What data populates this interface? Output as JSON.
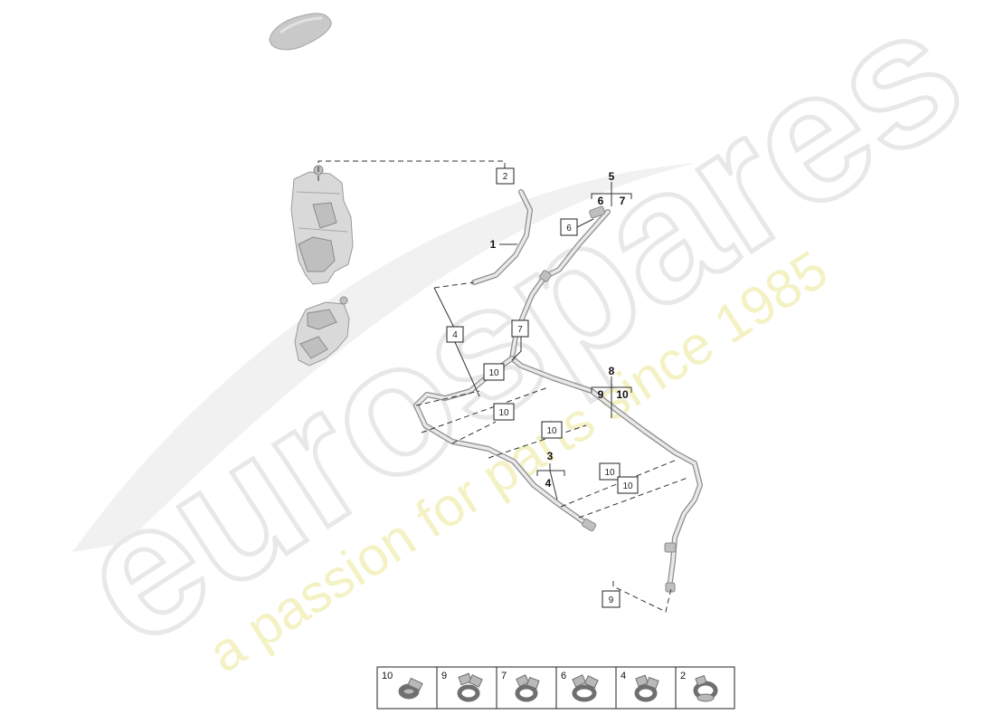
{
  "watermark": {
    "brand": "eurospares",
    "tagline": "a passion for parts since 1985"
  },
  "callouts": {
    "c1": "1",
    "c2": "2",
    "c3": "3",
    "c4a": "4",
    "c4b": "4",
    "c5": "5",
    "c6a": "6",
    "c6b": "6",
    "c7a": "7",
    "c7b": "7",
    "c8": "8",
    "c9a": "9",
    "c9b": "9",
    "c10a": "10",
    "c10b": "10",
    "c10c": "10",
    "c10d": "10",
    "c10e": "10",
    "c10f": "10"
  },
  "legend": [
    {
      "number": "10",
      "icon": "clamp-icon"
    },
    {
      "number": "9",
      "icon": "clamp-icon"
    },
    {
      "number": "7",
      "icon": "clamp-icon"
    },
    {
      "number": "6",
      "icon": "clamp-icon"
    },
    {
      "number": "4",
      "icon": "clamp-icon"
    },
    {
      "number": "2",
      "icon": "clamp-icon"
    }
  ]
}
